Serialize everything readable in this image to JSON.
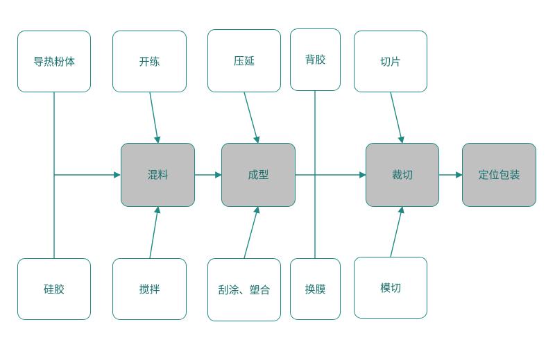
{
  "inputs_top": {
    "powder": "导热粉体",
    "open_mill": "开练",
    "calender": "压延",
    "backing": "背胶",
    "slicing": "切片"
  },
  "inputs_bottom": {
    "silicone": "硅胶",
    "stirring": "搅拌",
    "coating": "刮涂、塑合",
    "film_change": "换膜",
    "die_cut": "模切"
  },
  "process": {
    "mixing": "混料",
    "forming": "成型",
    "cutting": "裁切",
    "packaging": "定位包装"
  },
  "colors": {
    "stroke": "#1f8a84",
    "text": "#156f6a",
    "process_fill": "#c0c0c0",
    "arrow": "#1f8a84"
  }
}
